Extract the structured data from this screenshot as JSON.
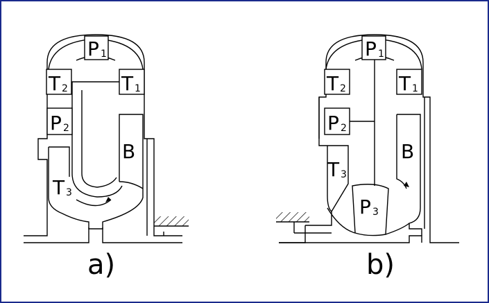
{
  "colors": {
    "frame": "#1a2a8c",
    "stroke": "#000000",
    "background": "#ffffff"
  },
  "panels": [
    {
      "caption": "a)",
      "labels": {
        "p1": {
          "main": "P",
          "sub": "1"
        },
        "t2": {
          "main": "T",
          "sub": "2"
        },
        "t1": {
          "main": "T",
          "sub": "1"
        },
        "p2": {
          "main": "P",
          "sub": "2"
        },
        "b": {
          "main": "B"
        },
        "t3": {
          "main": "T",
          "sub": "3"
        }
      }
    },
    {
      "caption": "b)",
      "labels": {
        "p1": {
          "main": "P",
          "sub": "1"
        },
        "t2": {
          "main": "T",
          "sub": "2"
        },
        "t1": {
          "main": "T",
          "sub": "1"
        },
        "p2": {
          "main": "P",
          "sub": "2"
        },
        "b": {
          "main": "B"
        },
        "t3": {
          "main": "T",
          "sub": "3"
        },
        "p3": {
          "main": "P",
          "sub": "3"
        }
      }
    }
  ]
}
